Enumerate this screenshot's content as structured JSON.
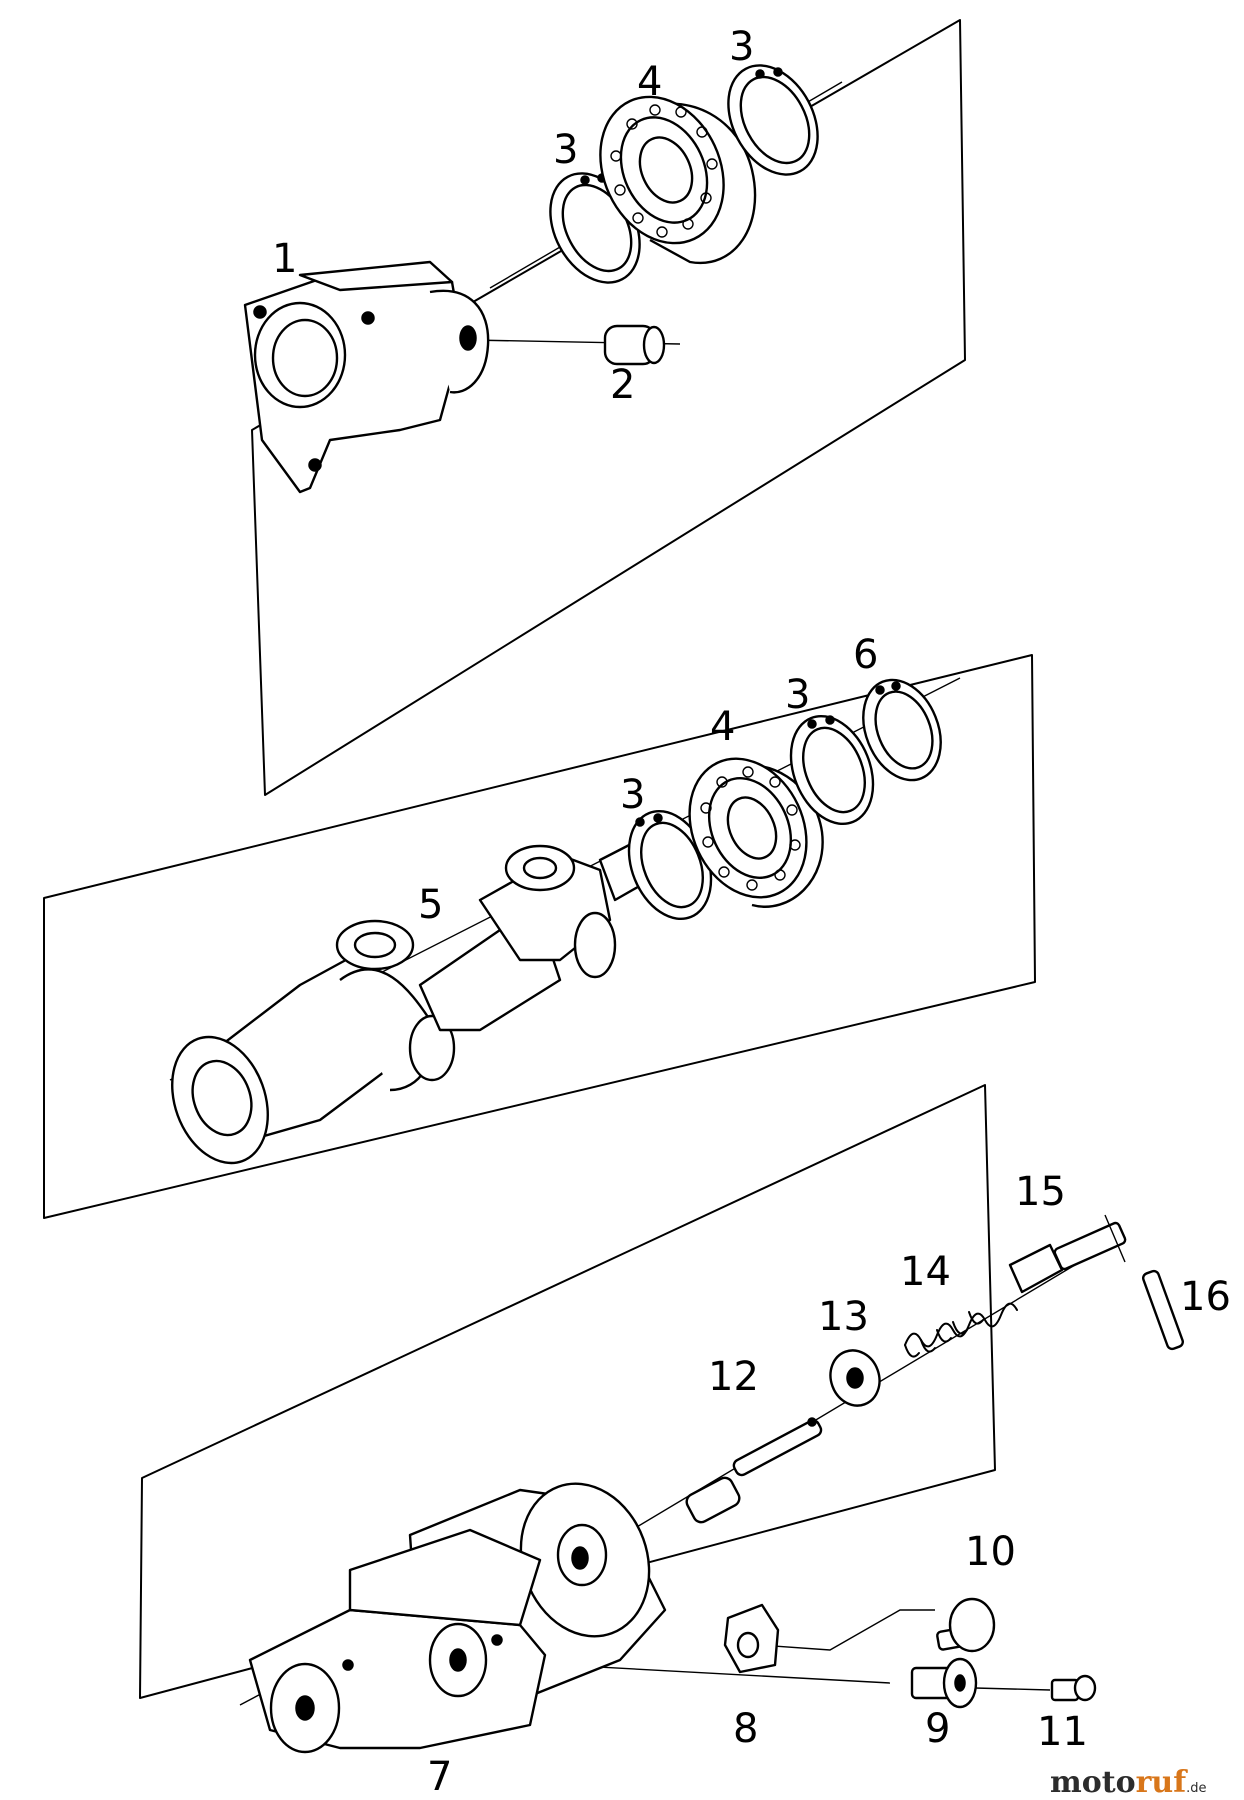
{
  "callouts": {
    "c1": "1",
    "c2": "2",
    "c3a": "3",
    "c3b": "3",
    "c4a": "4",
    "c3c": "3",
    "c3d": "3",
    "c4b": "4",
    "c5": "5",
    "c6": "6",
    "c7": "7",
    "c8": "8",
    "c9": "9",
    "c10": "10",
    "c11": "11",
    "c12": "12",
    "c13": "13",
    "c14": "14",
    "c15": "15",
    "c16": "16"
  },
  "watermark": {
    "part1": "moto",
    "part2": "ruf",
    "part3": ".de"
  },
  "colors": {
    "line": "#000000",
    "background": "#ffffff",
    "watermark_accent": "#d8761a"
  }
}
